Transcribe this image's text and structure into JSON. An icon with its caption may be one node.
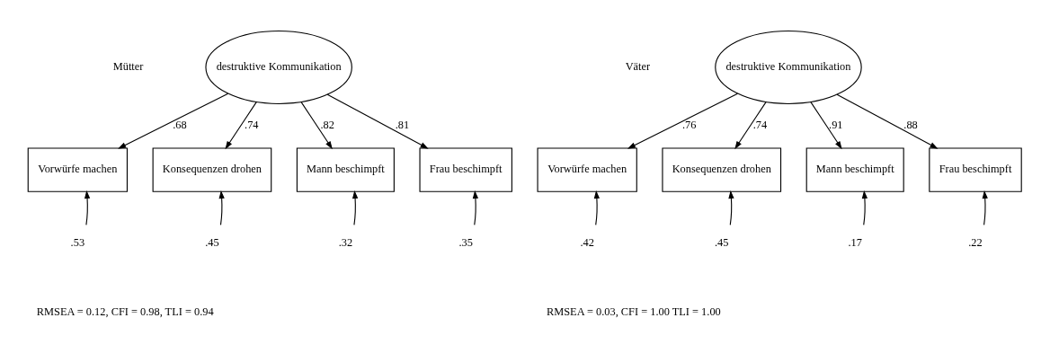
{
  "diagram": {
    "nodes": [
      {
        "text": [
          "destruktive Kommunikation"
        ]
      },
      {
        "text": [
          "Vorwürfe machen"
        ]
      },
      {
        "text": [
          "Konsequenzen drohen"
        ]
      },
      {
        "text": [
          "Mann beschimpft"
        ]
      },
      {
        "text": [
          "Frau beschimpft"
        ]
      },
      {
        "text": [
          ".53"
        ]
      },
      {
        "text": [
          ".45"
        ]
      },
      {
        "text": [
          ".32"
        ]
      },
      {
        "text": [
          ".35"
        ]
      },
      {
        "text": [
          "destruktive Kommunikation"
        ]
      },
      {
        "text": [
          "Vorwürfe machen"
        ]
      },
      {
        "text": [
          "Konsequenzen drohen"
        ]
      },
      {
        "text": [
          "Mann beschimpft"
        ]
      },
      {
        "text": [
          "Frau beschimpft"
        ]
      },
      {
        "text": [
          ".42"
        ]
      },
      {
        "text": [
          ".45"
        ]
      },
      {
        "text": [
          ".17"
        ]
      },
      {
        "text": [
          ".22"
        ]
      }
    ],
    "edges": [
      {
        "from": 0,
        "to": 1,
        "arrow": "to",
        "label": ".68"
      },
      {
        "from": 0,
        "to": 2,
        "arrow": "to",
        "label": ".74"
      },
      {
        "from": 0,
        "to": 3,
        "arrow": "to",
        "label": ".82"
      },
      {
        "from": 0,
        "to": 4,
        "arrow": "to",
        "label": ".81"
      },
      {
        "from": 5,
        "to": 1,
        "arrow": "to"
      },
      {
        "from": 6,
        "to": 2,
        "arrow": "to"
      },
      {
        "from": 7,
        "to": 3,
        "arrow": "to"
      },
      {
        "from": 8,
        "to": 4,
        "arrow": "to"
      },
      {
        "from": 9,
        "to": 10,
        "arrow": "to",
        "label": ".76"
      },
      {
        "from": 9,
        "to": 11,
        "arrow": "to",
        "label": ".74"
      },
      {
        "from": 9,
        "to": 12,
        "arrow": "to",
        "label": ".91"
      },
      {
        "from": 9,
        "to": 13,
        "arrow": "to",
        "label": ".88"
      },
      {
        "from": 14,
        "to": 10,
        "arrow": "to"
      },
      {
        "from": 15,
        "to": 11,
        "arrow": "to"
      },
      {
        "from": 16,
        "to": 12,
        "arrow": "to"
      },
      {
        "from": 17,
        "to": 13,
        "arrow": "to"
      }
    ],
    "labels": [
      "Mütter",
      "Väter",
      "RMSEA = 0.12, CFI = 0.98, TLI = 0.94",
      "RMSEA = 0.03, CFI = 1.00 TLI = 1.00"
    ]
  }
}
